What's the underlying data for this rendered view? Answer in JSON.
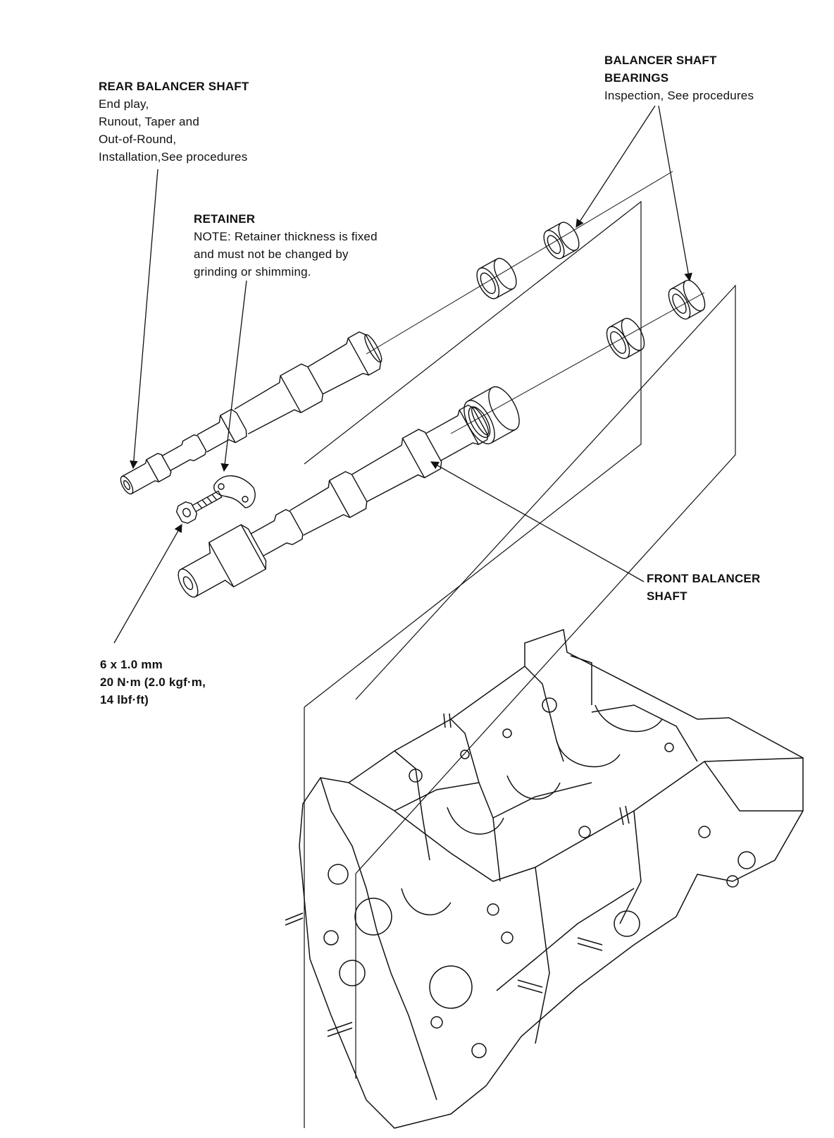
{
  "labels": {
    "rear_balancer_shaft": {
      "title": "REAR BALANCER SHAFT",
      "lines": [
        "End play,",
        "Runout, Taper and",
        "Out-of-Round,",
        "Installation,See procedures"
      ]
    },
    "balancer_shaft_bearings": {
      "title_lines": [
        "BALANCER SHAFT",
        "BEARINGS"
      ],
      "note": "Inspection, See procedures"
    },
    "retainer": {
      "title": "RETAINER",
      "lines": [
        "NOTE:  Retainer thickness is fixed",
        "and must not be changed by",
        "grinding or shimming."
      ]
    },
    "front_balancer_shaft": {
      "lines": [
        "FRONT BALANCER",
        "SHAFT"
      ]
    },
    "bolt_spec": {
      "lines": [
        "6 x 1.0 mm",
        "20 N·m (2.0 kgf·m,",
        "14 lbf·ft)"
      ]
    }
  }
}
